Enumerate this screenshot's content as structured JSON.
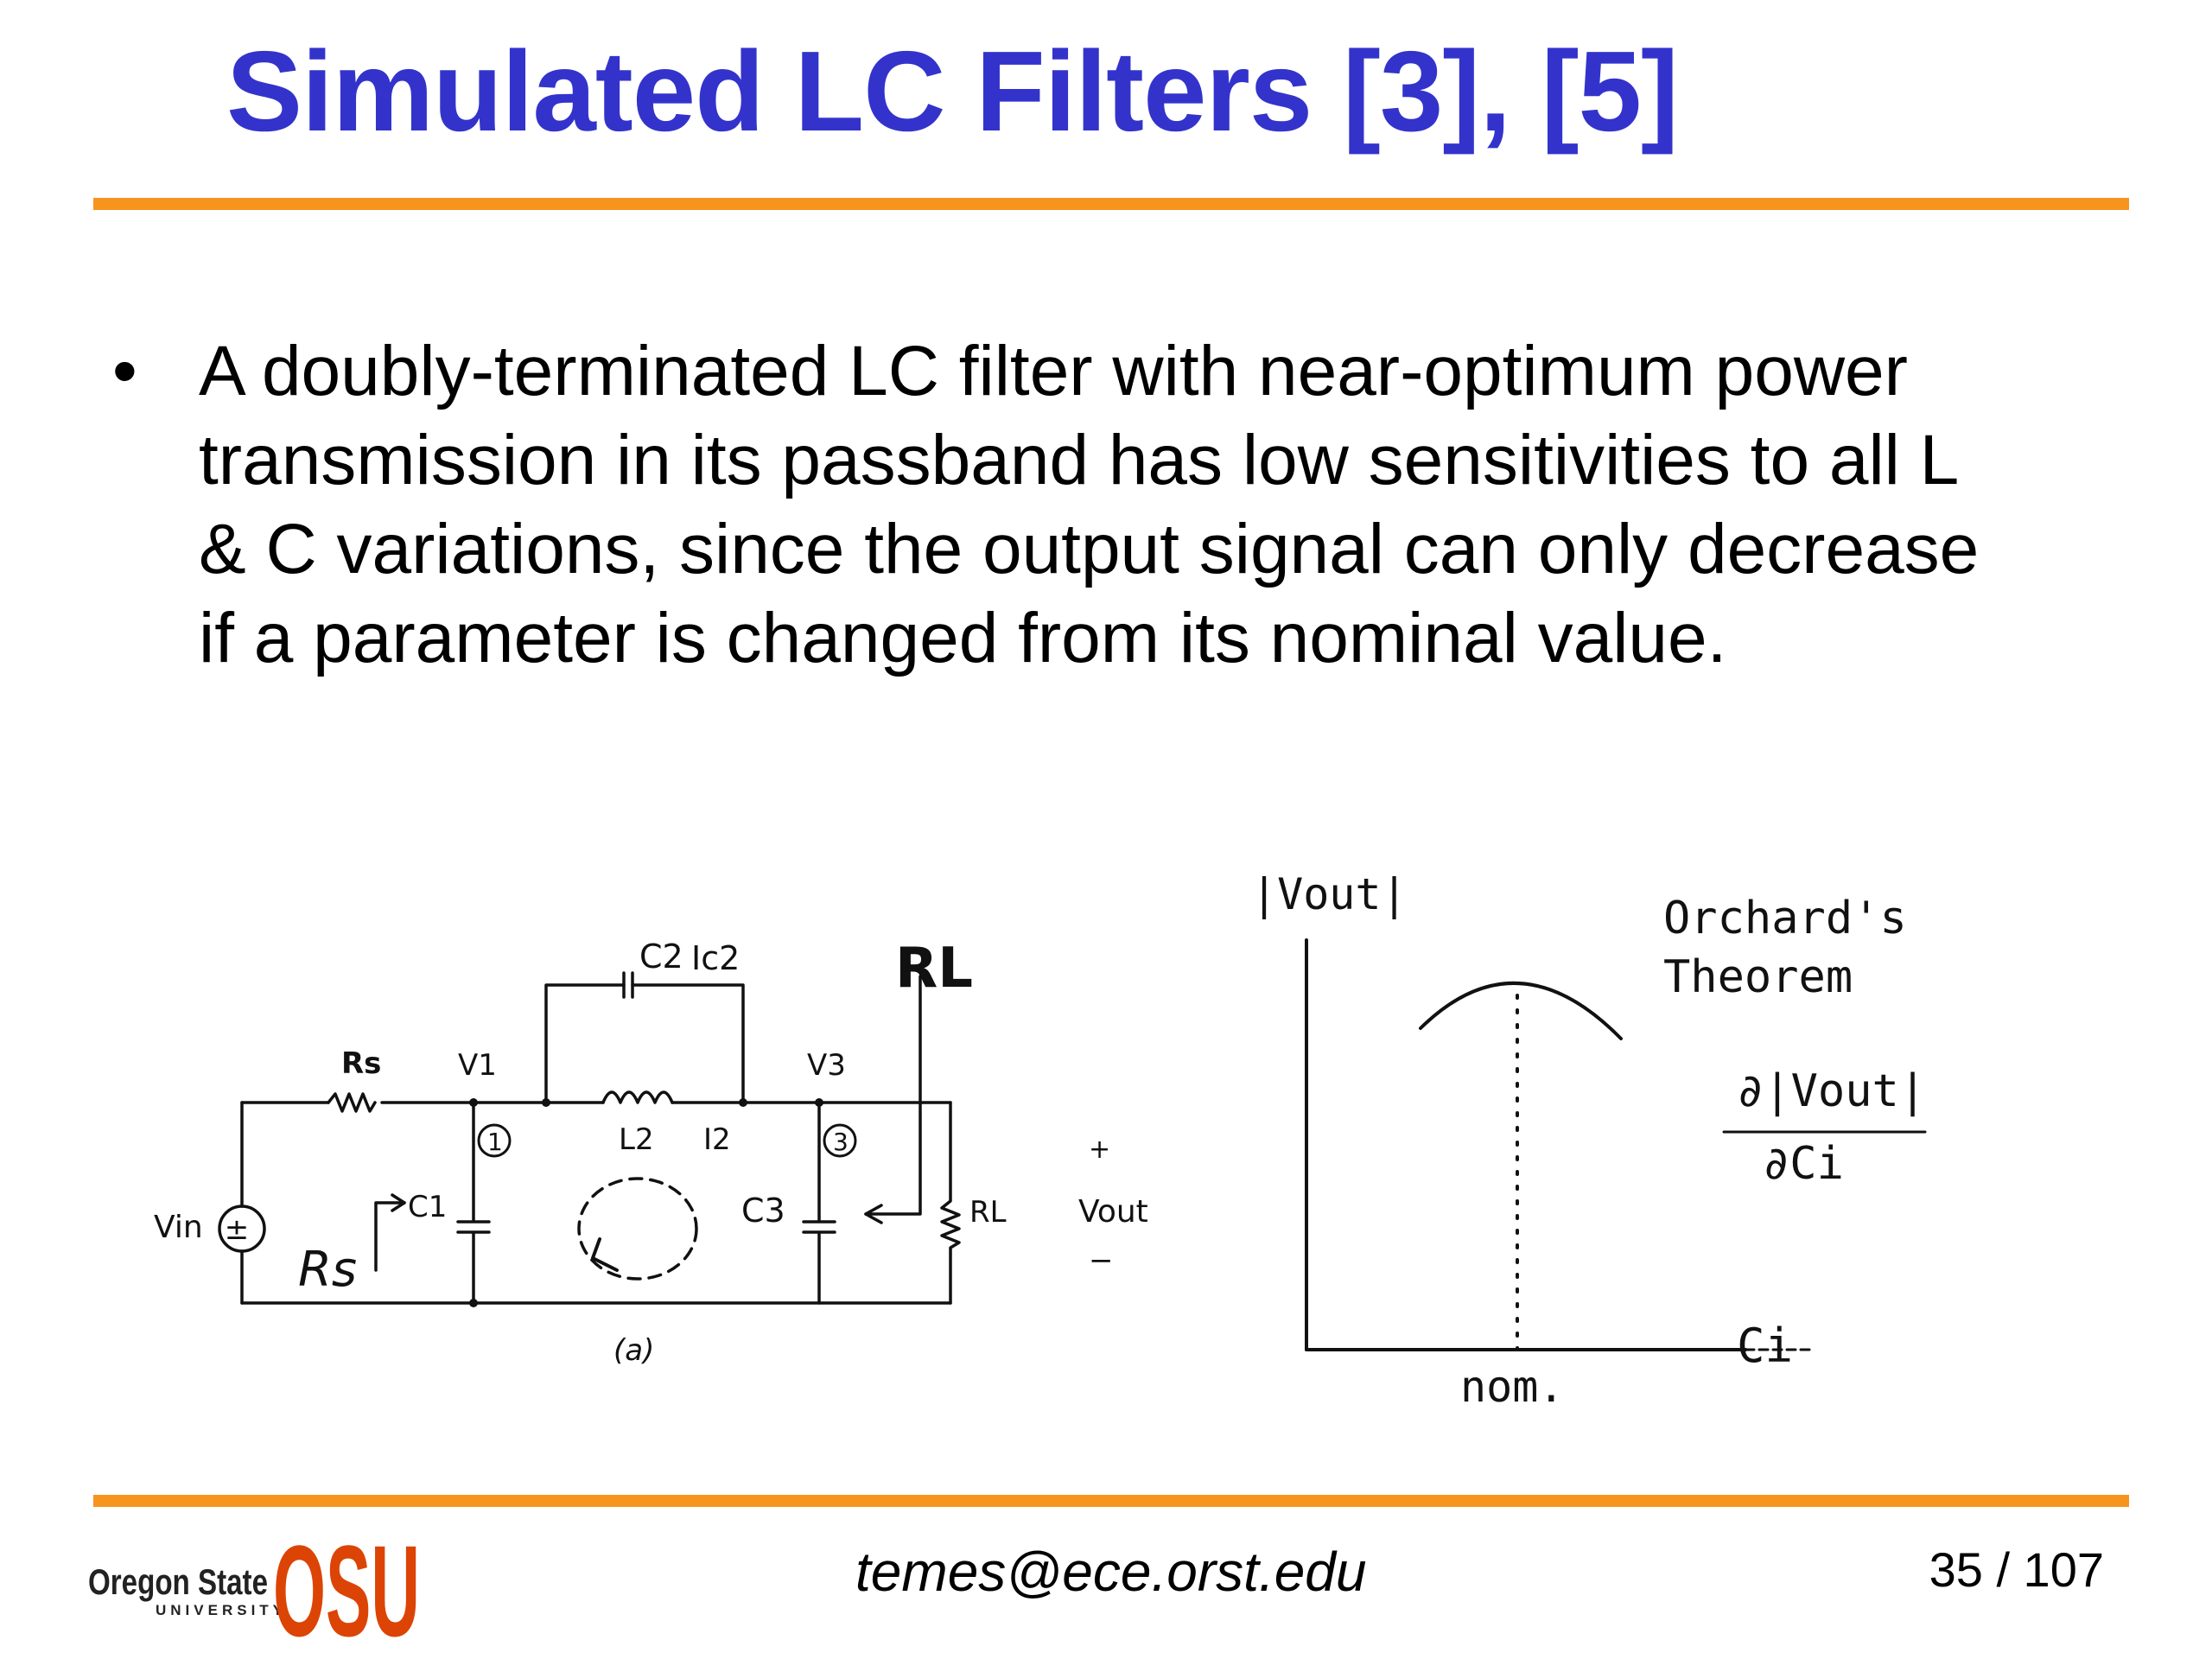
{
  "slide": {
    "title": "Simulated LC Filters [3], [5]",
    "bullet": [
      "A doubly-terminated LC filter with near-optimum power",
      "transmission in its passband has low sensitivities to all L",
      "& C variations, since the output signal can only decrease",
      "if a parameter is changed from its nominal value."
    ],
    "accent_color": "#f7941d",
    "title_color": "#3333cc"
  },
  "circuit": {
    "labels": {
      "c2": "C2",
      "ic2": "Ic2",
      "rl_big": "RL",
      "rs_small": "Rs",
      "v1": "V1",
      "v3": "V3",
      "node1": "1",
      "node3": "3",
      "l2": "L2",
      "i2": "I2",
      "vin": "Vin",
      "rs_hand": "Rs",
      "c1": "C1",
      "c3": "C3",
      "rl": "RL",
      "plus": "+",
      "vout": "Vout",
      "minus": "−",
      "caption": "(a)"
    }
  },
  "orchard": {
    "ylabel": "|Vout|",
    "title_line1": "Orchard's",
    "title_line2": "Theorem",
    "numerator": "∂|Vout|",
    "denominator": "∂Ci",
    "xlabel": "Ci",
    "xtick": "nom."
  },
  "footer": {
    "email": "temes@ece.orst.edu",
    "page": "35 / 107",
    "logo_text": "Oregon State",
    "logo_sub": "UNIVERSITY",
    "logo_mark": "OSU",
    "logo_color": "#dc4405"
  }
}
